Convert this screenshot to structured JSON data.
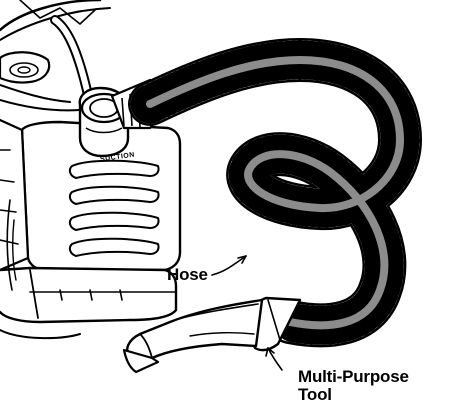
{
  "diagram": {
    "callouts": {
      "hose": "Hose",
      "tool_line1": "Multi-Purpose",
      "tool_line2": "Tool"
    },
    "port_label": "SUCTION",
    "colors": {
      "ink": "#000000",
      "paper": "#ffffff",
      "shade": "#d9d9d9"
    },
    "icons": {
      "vacuum_body": "shop-vacuum-illustration",
      "hose": "corrugated-hose-illustration",
      "tool": "crevice-tool-illustration"
    }
  }
}
